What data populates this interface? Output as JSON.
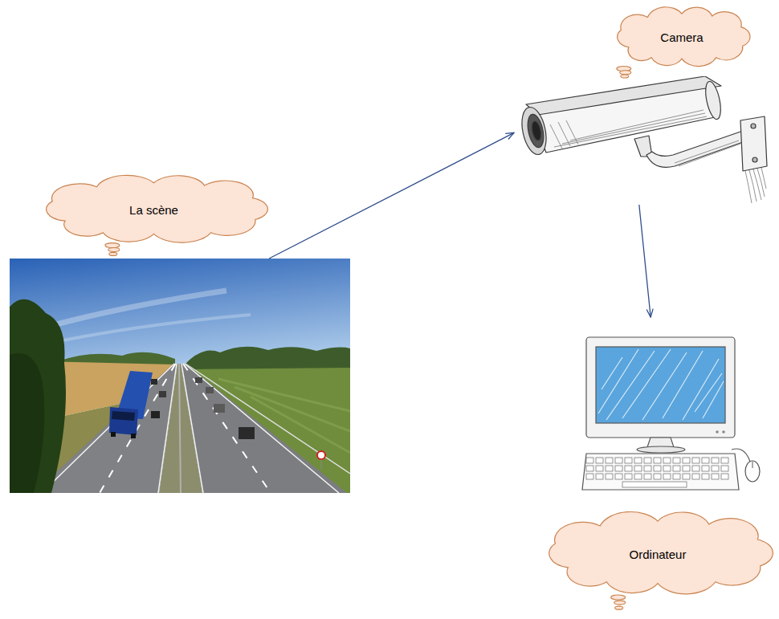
{
  "diagram": {
    "nodes": [
      {
        "text": [
          "La scène"
        ]
      },
      {
        "text": [
          "Camera"
        ]
      },
      {
        "text": [
          "Ordinateur"
        ]
      }
    ],
    "edges": [
      {
        "from": 0,
        "to": 1,
        "arrow": "to"
      },
      {
        "from": 1,
        "to": 2,
        "arrow": "to"
      }
    ]
  }
}
